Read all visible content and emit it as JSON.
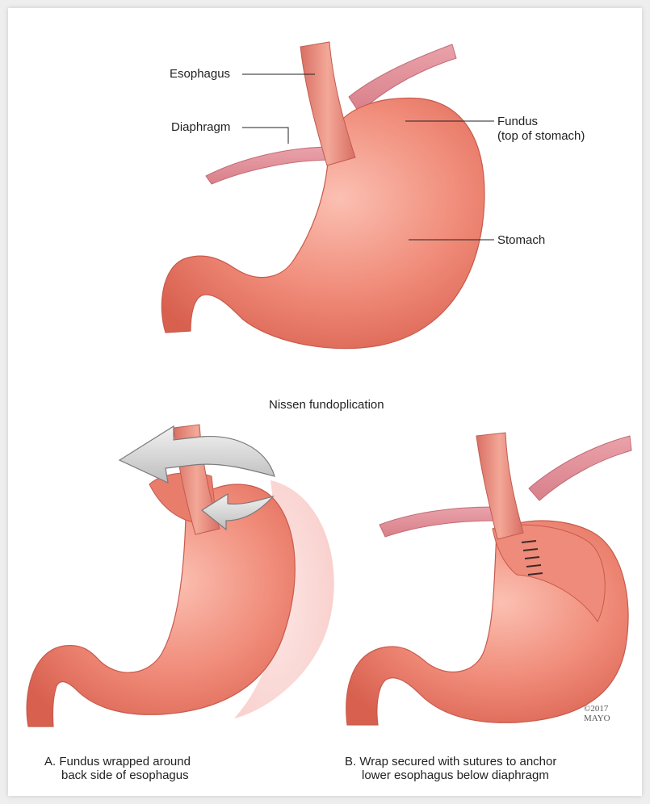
{
  "labels": {
    "esophagus": "Esophagus",
    "diaphragm": "Diaphragm",
    "fundus_line1": "Fundus",
    "fundus_line2": "(top of stomach)",
    "stomach": "Stomach"
  },
  "title": "Nissen fundoplication",
  "caption_a": {
    "line1": "A. Fundus wrapped around",
    "line2": "back side of esophagus"
  },
  "caption_b": {
    "line1": "B. Wrap secured with sutures to anchor",
    "line2": "lower esophagus below diaphragm"
  },
  "copyright": {
    "line1": "©2017",
    "line2": "MAYO"
  },
  "colors": {
    "stomach": "#f08a78",
    "stomach_highlight": "#fbc0b2",
    "stomach_shadow": "#d8604f",
    "diaphragm": "#e7919a",
    "arrow": "#c8c8c8",
    "frame_background": "#eeeeee"
  }
}
